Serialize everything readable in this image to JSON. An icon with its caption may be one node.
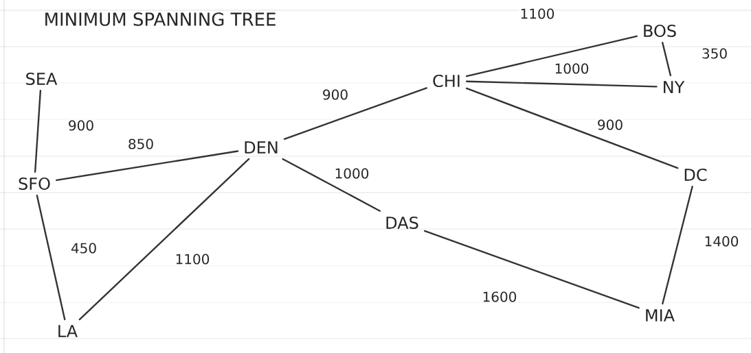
{
  "diagram": {
    "title": "MINIMUM SPANNING TREE",
    "nodes": [
      {
        "text": [
          "SEA"
        ]
      },
      {
        "text": [
          "SFO"
        ]
      },
      {
        "text": [
          "LA"
        ]
      },
      {
        "text": [
          "DEN"
        ]
      },
      {
        "text": [
          "CHI"
        ]
      },
      {
        "text": [
          "BOS"
        ]
      },
      {
        "text": [
          "NY"
        ]
      },
      {
        "text": [
          "DC"
        ]
      },
      {
        "text": [
          "DAS"
        ]
      },
      {
        "text": [
          "MIA"
        ]
      }
    ],
    "edges": [
      {
        "from": 0,
        "to": 1,
        "arrow": "none",
        "label": "900"
      },
      {
        "from": 1,
        "to": 3,
        "arrow": "none",
        "label": "850"
      },
      {
        "from": 1,
        "to": 2,
        "arrow": "none",
        "label": "450"
      },
      {
        "from": 2,
        "to": 3,
        "arrow": "none",
        "label": "1100"
      },
      {
        "from": 3,
        "to": 4,
        "arrow": "none",
        "label": "900"
      },
      {
        "from": 3,
        "to": 8,
        "arrow": "none",
        "label": "1000"
      },
      {
        "from": 4,
        "to": 5,
        "arrow": "none",
        "label": "1100"
      },
      {
        "from": 4,
        "to": 6,
        "arrow": "none",
        "label": "1000"
      },
      {
        "from": 5,
        "to": 6,
        "arrow": "none",
        "label": "350"
      },
      {
        "from": 4,
        "to": 7,
        "arrow": "none",
        "label": "900"
      },
      {
        "from": 7,
        "to": 9,
        "arrow": "none",
        "label": "1400"
      },
      {
        "from": 8,
        "to": 9,
        "arrow": "none",
        "label": "1600"
      }
    ]
  }
}
